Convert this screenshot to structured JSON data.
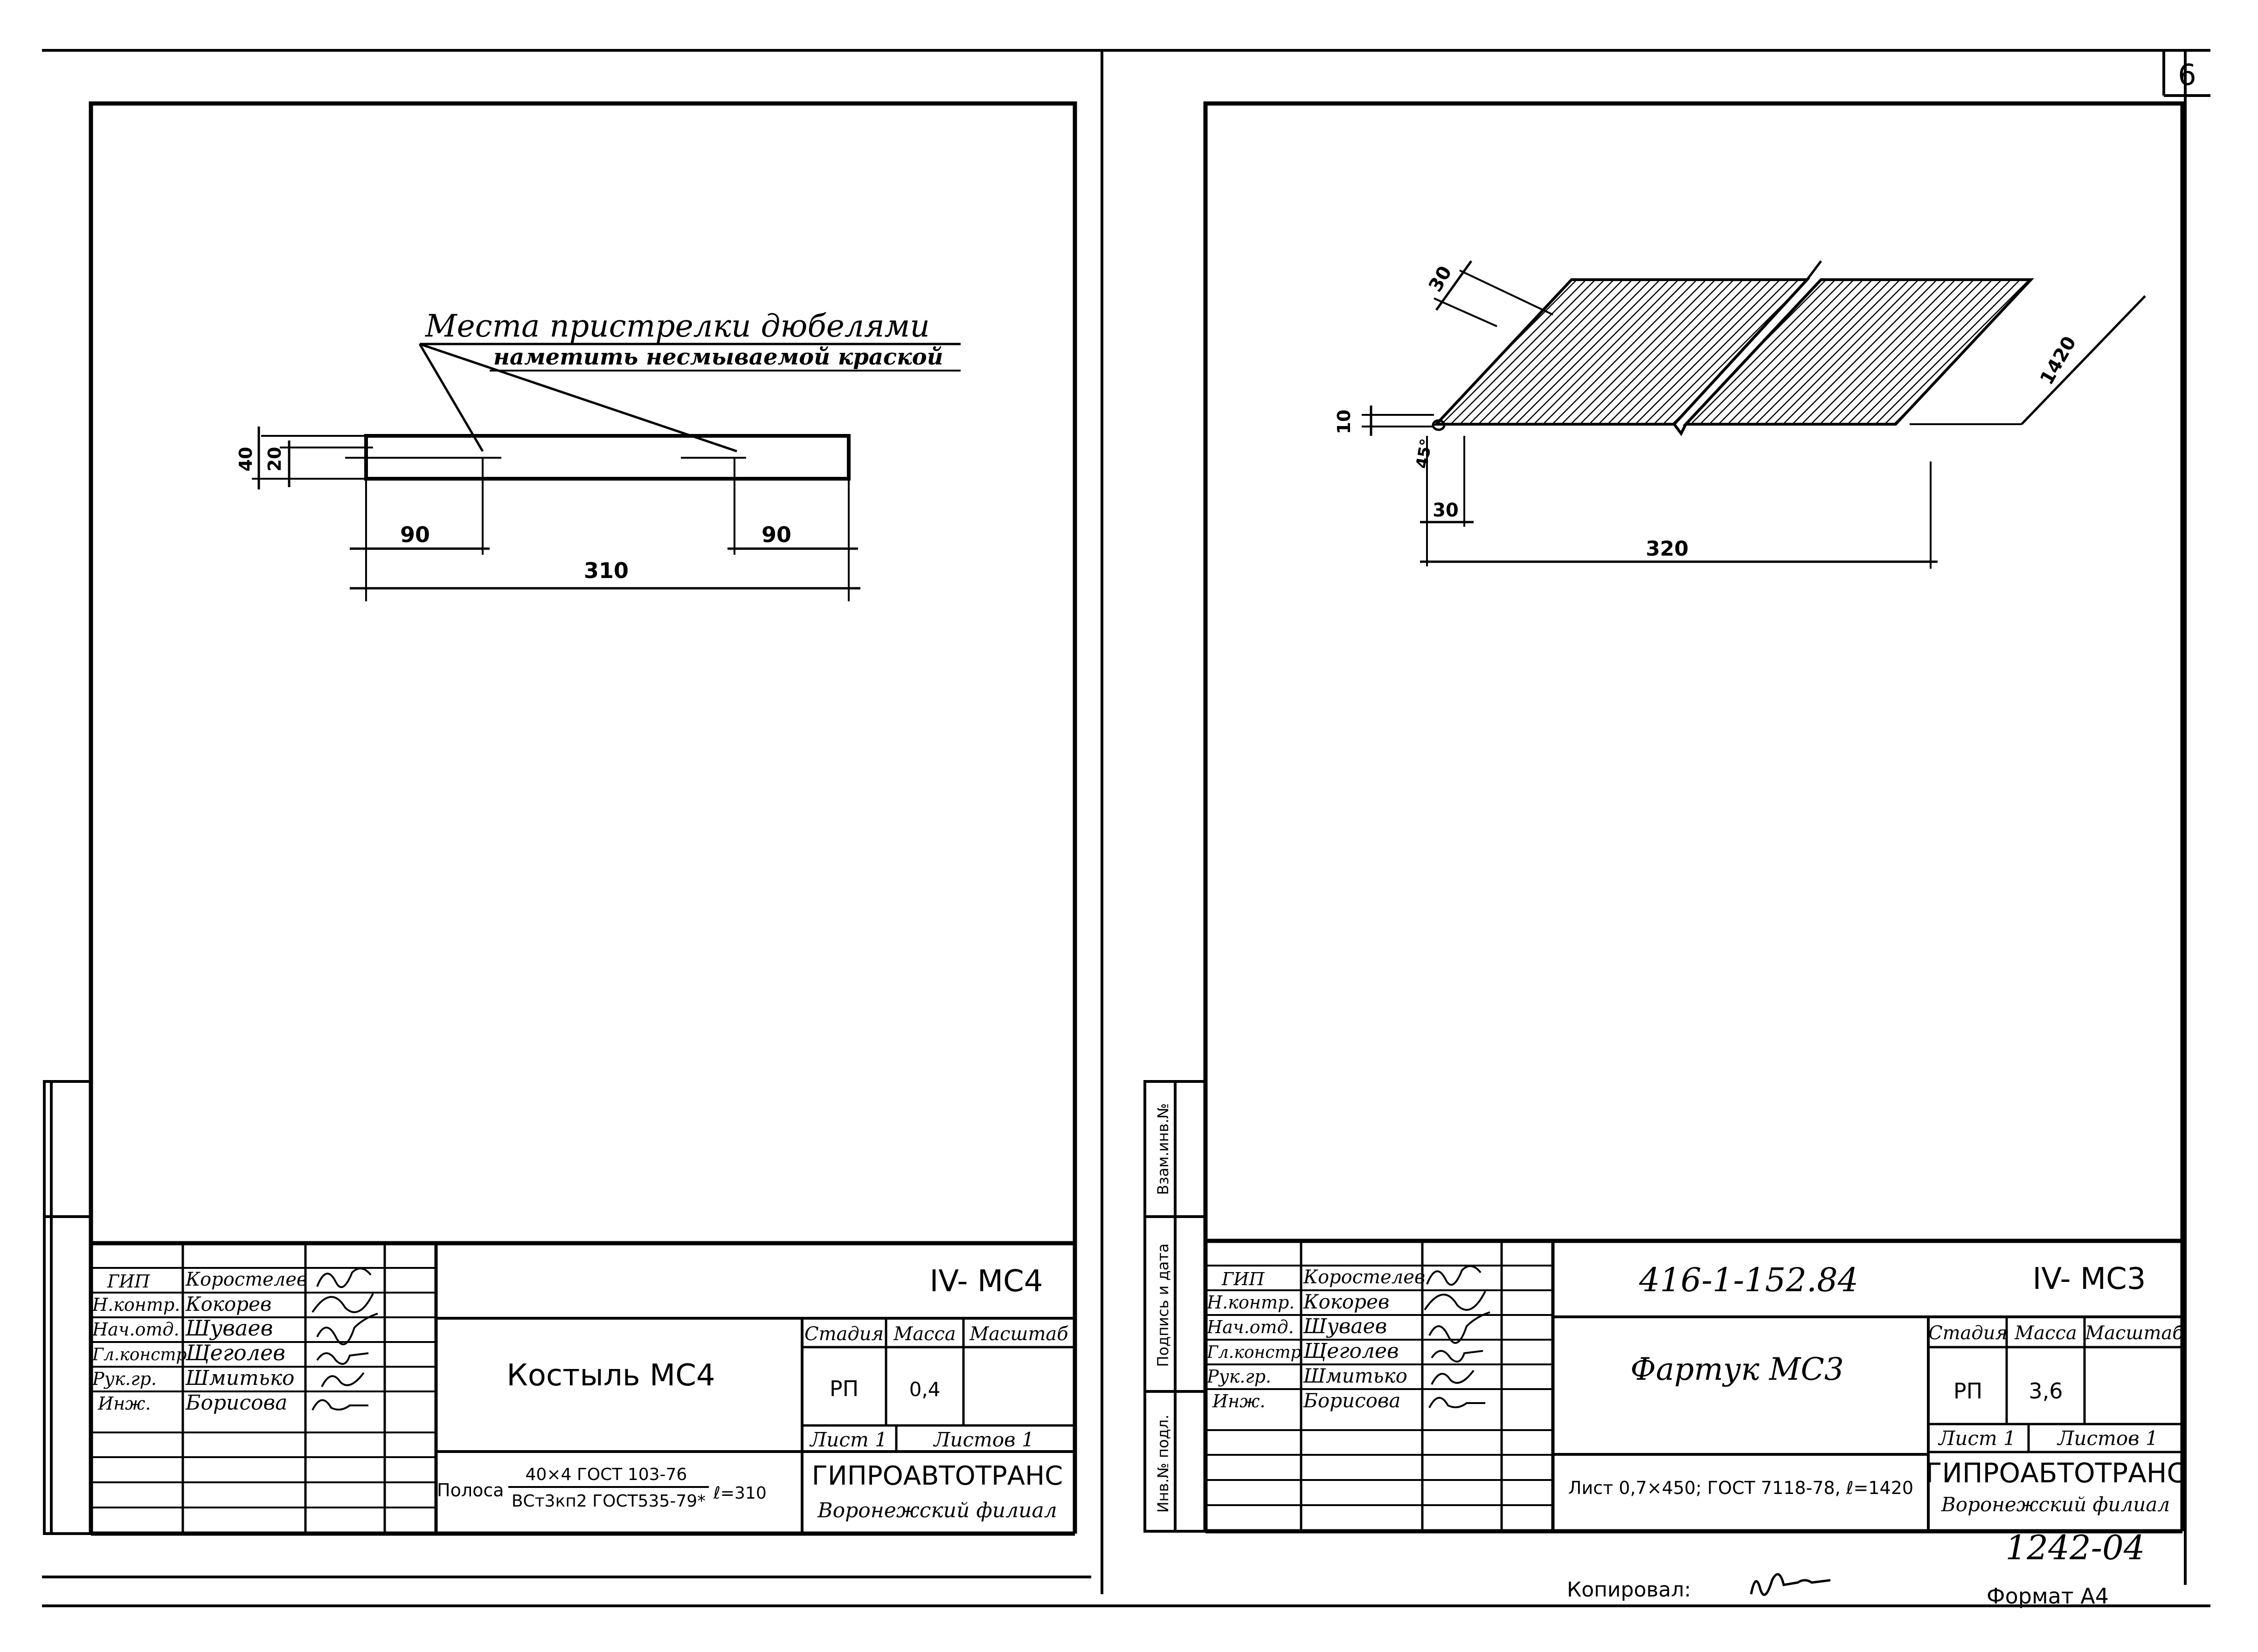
{
  "page_number": "6",
  "left_sheet": {
    "annotation_line1": "Места пристрелки дюбелями",
    "annotation_line2": "наметить несмываемой краской",
    "dims": {
      "h40": "40",
      "h20": "20",
      "d90a": "90",
      "d90b": "90",
      "d310": "310"
    },
    "title_block": {
      "roles": [
        "ГИП",
        "Н.контр.",
        "Нач.отд.",
        "Гл.констр",
        "Рук.гр.",
        "Инж."
      ],
      "names": [
        "Коростелев",
        "Кокорев",
        "Шуваев",
        "Щеголев",
        "Шмитько",
        "Борисова"
      ],
      "designation": "IV- МС4",
      "item_name": "Костыль МС4",
      "stage_label": "Стадия",
      "mass_label": "Масса",
      "scale_label": "Масштаб",
      "stage": "РП",
      "mass": "0,4",
      "sheet_label": "Лист 1",
      "sheets_label": "Листов 1",
      "material_prefix": "Полоса",
      "material_top": "40×4 ГОСТ 103-76",
      "material_bottom": "ВСт3кп2 ГОСТ535-79*",
      "material_length": "ℓ=310",
      "org": "ГИПРОАВТОТРАНС",
      "branch": "Воронежский филиал"
    }
  },
  "right_sheet": {
    "dims": {
      "d30": "30",
      "d1420": "1420",
      "d10": "10",
      "a45": "45°",
      "d30b": "30",
      "d320": "320"
    },
    "side_stamp": [
      "Инв.№ подл.",
      "Подпись и дата",
      "Взам.инв.№"
    ],
    "title_block": {
      "roles": [
        "ГИП",
        "Н.контр.",
        "Нач.отд.",
        "Гл.констр",
        "Рук.гр.",
        "Инж."
      ],
      "names": [
        "Коростелев",
        "Кокорев",
        "Шуваев",
        "Щеголев",
        "Шмитько",
        "Борисова"
      ],
      "doc_code": "416-1-152.84",
      "designation": "IV- МС3",
      "item_name": "Фартук МС3",
      "stage_label": "Стадия",
      "mass_label": "Масса",
      "scale_label": "Масштаб",
      "stage": "РП",
      "mass": "3,6",
      "sheet_label": "Лист 1",
      "sheets_label": "Листов 1",
      "material": "Лист 0,7×450; ГОСТ 7118-78, ℓ=1420",
      "org": "ГИПРОАБТОТРАНС",
      "branch": "Воронежский филиал"
    }
  },
  "footer": {
    "archive_no": "1242-04",
    "copied_label": "Копировал:",
    "format": "Формат А4"
  }
}
